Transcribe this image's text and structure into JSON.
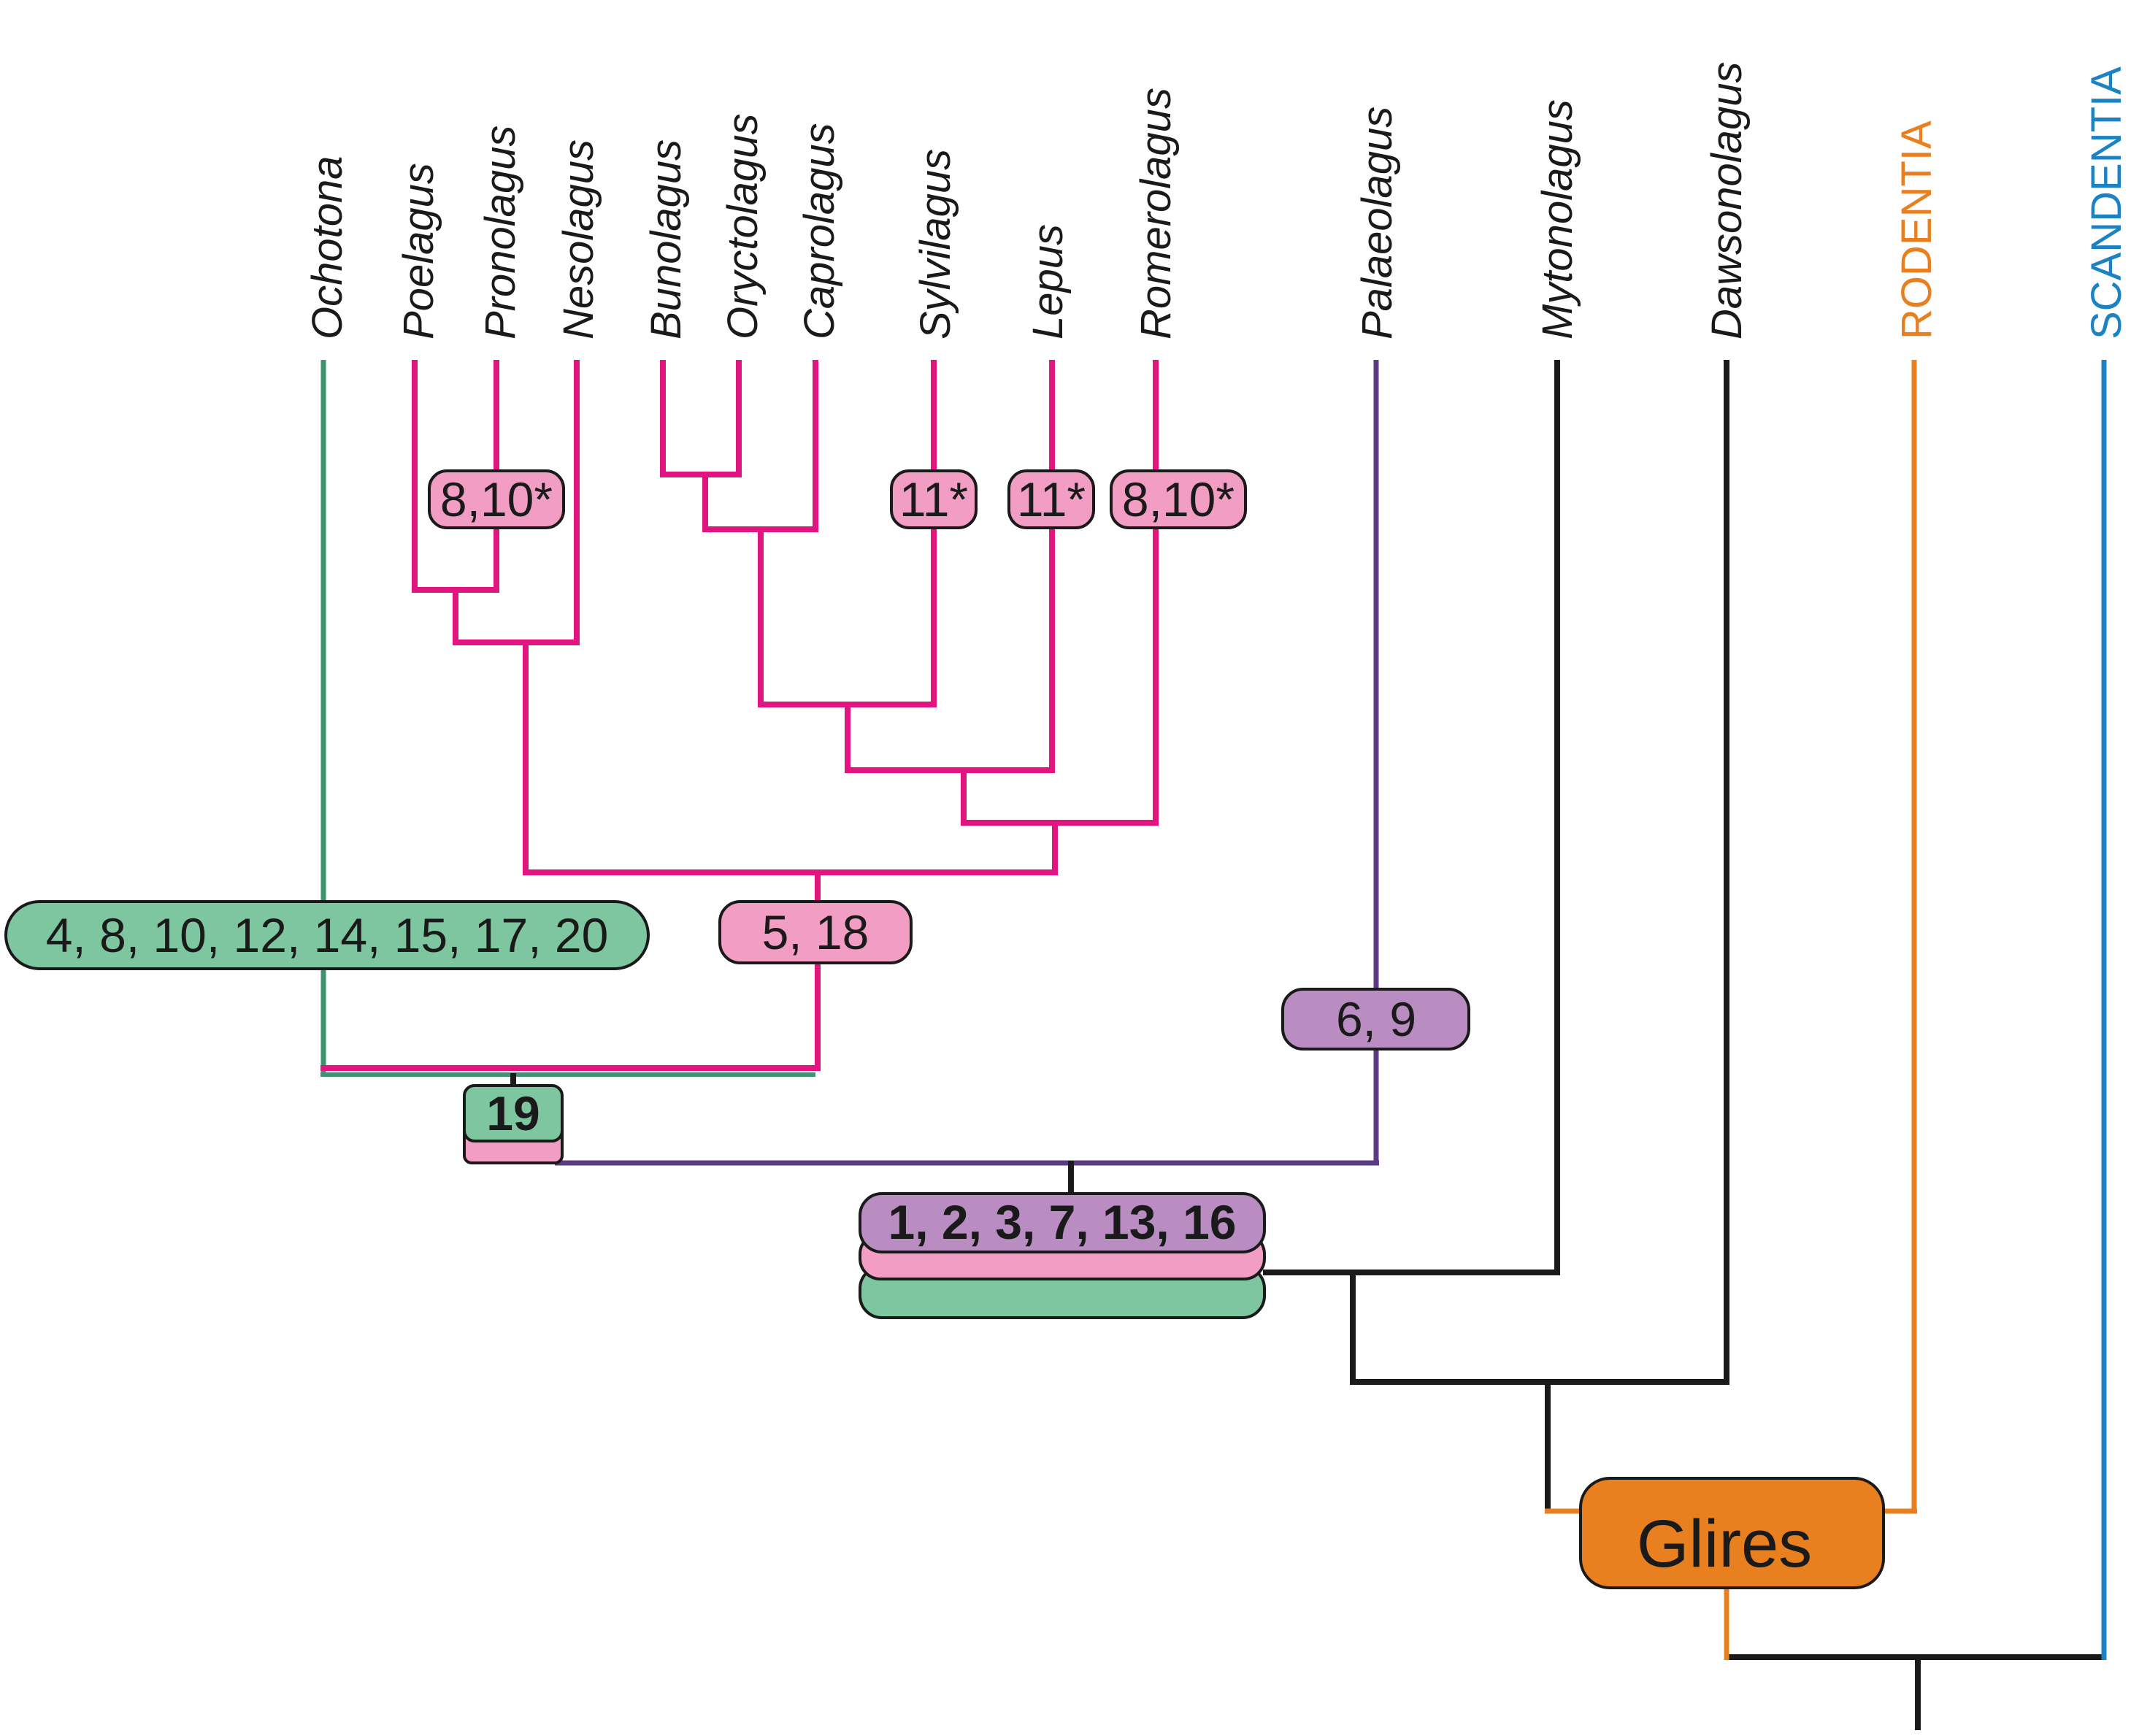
{
  "colors": {
    "leporidae": "#e2147f",
    "ochotonidae": "#3e9370",
    "palaeolagus": "#5b3a86",
    "stem": "#1a1a1a",
    "rodentia": "#e8801f",
    "scandentia": "#1b82c4",
    "fill_green": "#7ec6a0",
    "fill_pink": "#f29dc4",
    "fill_purple": "#b98cc2",
    "fill_orange": "#e8801f"
  },
  "taxa": {
    "ochotona": "Ochotona",
    "poelagus": "Poelagus",
    "pronolagus": "Pronolagus",
    "nesolagus": "Nesolagus",
    "bunolagus": "Bunolagus",
    "oryctolagus": "Oryctolagus",
    "caprolagus": "Caprolagus",
    "sylvilagus": "Sylvilagus",
    "lepus": "Lepus",
    "romerolagus": "Romerolagus",
    "palaeolagus": "Palaeolagus",
    "mytonolagus": "Mytonolagus",
    "dawsonolagus": "Dawsonolagus",
    "rodentia": "RODENTIA",
    "scandentia": "SCANDENTIA"
  },
  "node_labels": {
    "pronolagus": "8,10*",
    "sylvilagus": "11*",
    "lepus": "11*",
    "romerolagus": "8,10*",
    "ochotona": "4, 8, 10, 12, 14, 15, 17, 20",
    "leporidae": "5, 18",
    "palaeolagus": "6, 9",
    "crown": "19",
    "lagomorpha": "1, 2, 3, 7, 13, 16",
    "glires": "Glires"
  }
}
